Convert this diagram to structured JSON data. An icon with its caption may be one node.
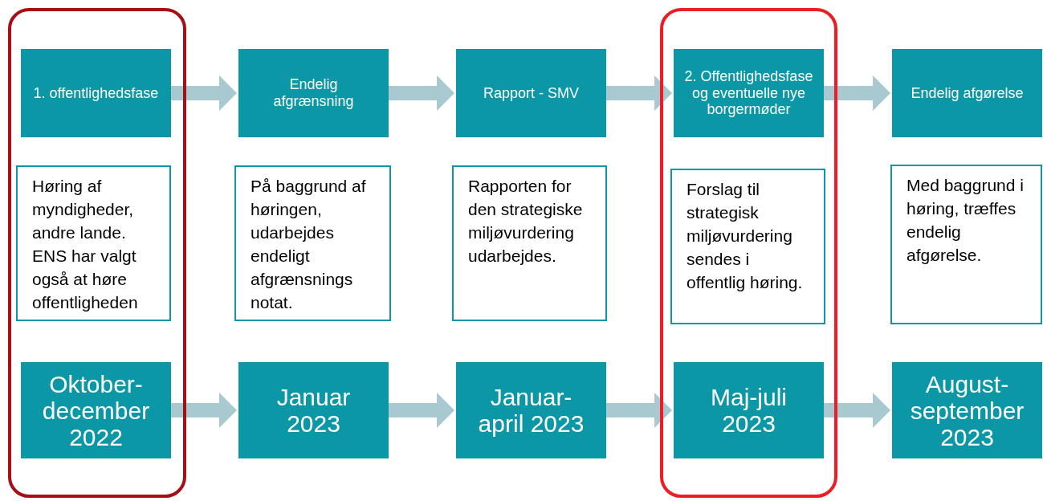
{
  "diagram": {
    "nodes": [
      {
        "text": [],
        "shape": "box"
      },
      {
        "text": [
          "1. offentlighedsfase"
        ],
        "in": 0
      },
      {
        "text": [
          "Høring af myndigheder, andre lande. ENS har valgt også at høre offentligheden"
        ],
        "in": 0
      },
      {
        "text": [
          "Oktober-december 2022"
        ],
        "in": 0
      },
      {
        "text": [
          "Endelig afgrænsning"
        ]
      },
      {
        "text": [
          "På baggrund af høringen, udarbejdes endeligt afgrænsnings notat."
        ]
      },
      {
        "text": [
          "Januar 2023"
        ]
      },
      {
        "text": [
          "Rapport - SMV"
        ]
      },
      {
        "text": [
          "Rapporten for den strategiske miljøvurdering udarbejdes."
        ]
      },
      {
        "text": [
          "Januar-april 2023"
        ]
      },
      {
        "text": [],
        "shape": "box"
      },
      {
        "text": [
          "2. Offentlighedsfase og eventuelle nye borgermøder"
        ],
        "in": 10
      },
      {
        "text": [
          "Forslag til strategisk miljøvurdering sendes i offentlig høring."
        ],
        "in": 10
      },
      {
        "text": [
          "Maj-juli 2023"
        ],
        "in": 10
      },
      {
        "text": [
          "Endelig afgørelse"
        ]
      },
      {
        "text": [
          "Med baggrund i høring, træffes endelig afgørelse."
        ]
      },
      {
        "text": [
          "August-september 2023"
        ]
      }
    ],
    "edges": [
      {
        "from": 1,
        "to": 4,
        "arrow": "to"
      },
      {
        "from": 4,
        "to": 7,
        "arrow": "to"
      },
      {
        "from": 7,
        "to": 11,
        "arrow": "to"
      },
      {
        "from": 11,
        "to": 14,
        "arrow": "to"
      },
      {
        "from": 3,
        "to": 6,
        "arrow": "to"
      },
      {
        "from": 6,
        "to": 9,
        "arrow": "to"
      },
      {
        "from": 9,
        "to": 13,
        "arrow": "to"
      },
      {
        "from": 13,
        "to": 16,
        "arrow": "to"
      }
    ]
  }
}
